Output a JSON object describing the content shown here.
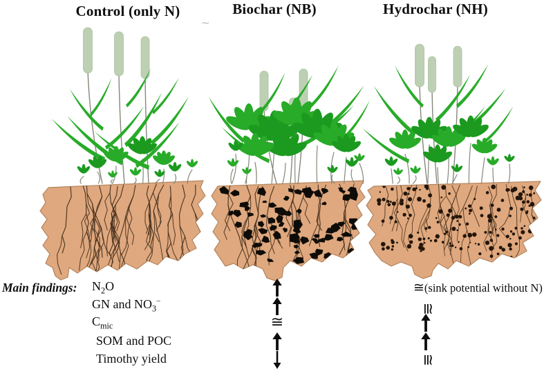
{
  "columns": [
    {
      "id": "control",
      "title": "Control (only N)",
      "soil_amendment": "none (roots only)",
      "plants": "tall timothy heads, sparse small clover"
    },
    {
      "id": "biochar",
      "title": "Biochar (NB)",
      "soil_amendment": "large black biochar chunks",
      "plants": "dense lush clover leaves, shorter timothy"
    },
    {
      "id": "hydrochar",
      "title": "Hydrochar (NH)",
      "soil_amendment": "small black hydrochar dots",
      "plants": "medium timothy and clover"
    }
  ],
  "findings": {
    "heading": "Main findings:",
    "rows": [
      {
        "parameter": "N2O",
        "parameter_html": "N<sub>2</sub>O",
        "biochar": {
          "icon": "arrow-up",
          "glyph": "↑",
          "meaning": "increase"
        },
        "hydrochar": {
          "icon": "approx",
          "glyph": "≅",
          "note": "(sink potential without N)",
          "meaning": "similar"
        }
      },
      {
        "parameter": "GN and NO3−",
        "parameter_html": "GN and NO<sub>3</sub><sup>−</sup>",
        "biochar": {
          "icon": "arrow-up",
          "glyph": "↑",
          "meaning": "increase"
        },
        "hydrochar": {
          "icon": "approx",
          "glyph": "≅",
          "rotated": true,
          "meaning": "similar"
        }
      },
      {
        "parameter": "Cmic",
        "parameter_html": "C<sub>mic</sub>",
        "biochar": {
          "icon": "approx",
          "glyph": "≅",
          "meaning": "similar"
        },
        "hydrochar": {
          "icon": "arrow-up",
          "glyph": "↑",
          "meaning": "increase"
        }
      },
      {
        "parameter": "SOM and POC",
        "parameter_html": "SOM and POC",
        "biochar": {
          "icon": "arrow-up",
          "glyph": "↑",
          "meaning": "increase"
        },
        "hydrochar": {
          "icon": "arrow-up",
          "glyph": "↑",
          "meaning": "increase"
        }
      },
      {
        "parameter": "Timothy yield",
        "parameter_html": "Timothy yield",
        "biochar": {
          "icon": "arrow-down",
          "glyph": "↓",
          "meaning": "decrease"
        },
        "hydrochar": {
          "icon": "approx",
          "glyph": "≅",
          "rotated": true,
          "meaning": "similar"
        }
      }
    ]
  },
  "artifacts": {
    "stray_mark": "~"
  },
  "colors": {
    "soil": "#dfa87e",
    "soil_outline": "#b3855f",
    "root": "#46301c",
    "leaf_green": "#28ab28",
    "leaf_green_dark": "#1b9a1f",
    "seed_head": "#bdd0b4",
    "seed_head_outline": "#a9c19e",
    "stem": "#84877a",
    "particle_black": "#0f0c08",
    "hydrochar_dot": "#23150a",
    "text": "#111111"
  }
}
